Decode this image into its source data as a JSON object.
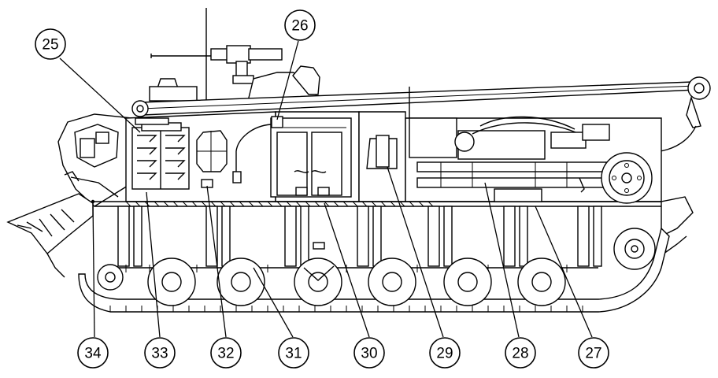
{
  "callouts": {
    "c25": "25",
    "c26": "26",
    "c27": "27",
    "c28": "28",
    "c29": "29",
    "c30": "30",
    "c31": "31",
    "c32": "32",
    "c33": "33",
    "c34": "34"
  }
}
